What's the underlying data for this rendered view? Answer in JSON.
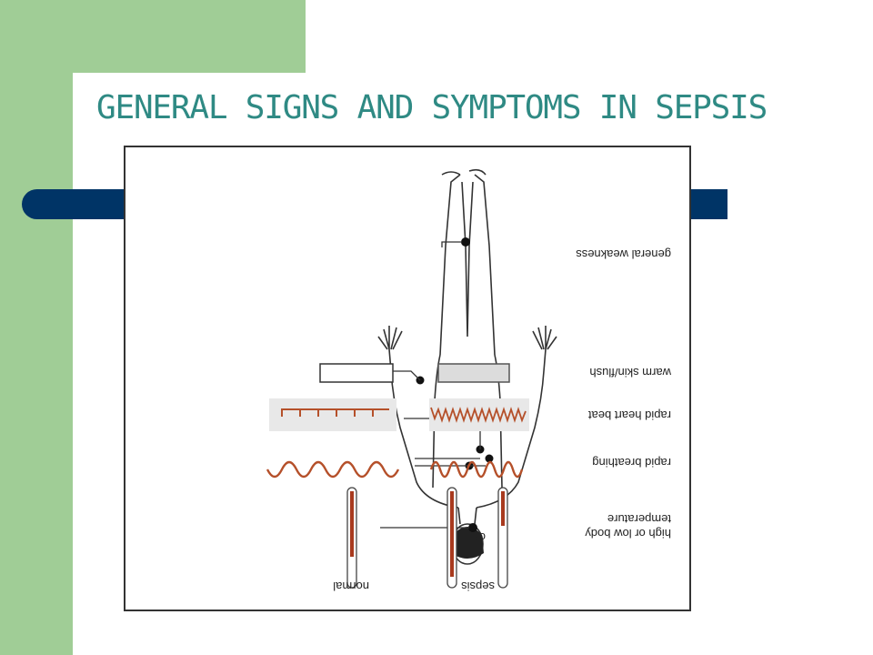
{
  "slide": {
    "title": "GENERAL SIGNS AND SYMPTOMS IN SEPSIS",
    "colors": {
      "green": "#a0cd96",
      "navy": "#003466",
      "title_teal": "#2f8a84"
    }
  },
  "diagram": {
    "labels": {
      "general_weakness": "general weakness",
      "warm_skin": "warm skin/flush",
      "rapid_heart_beat": "rapid heart beat",
      "rapid_breathing": "rapid breathing",
      "temperature_line1": "high or low body",
      "temperature_line2": "temperature",
      "or_word": "or",
      "sepsis": "sepsis",
      "normal": "normal"
    },
    "orientation": "image rotated 180 degrees"
  }
}
